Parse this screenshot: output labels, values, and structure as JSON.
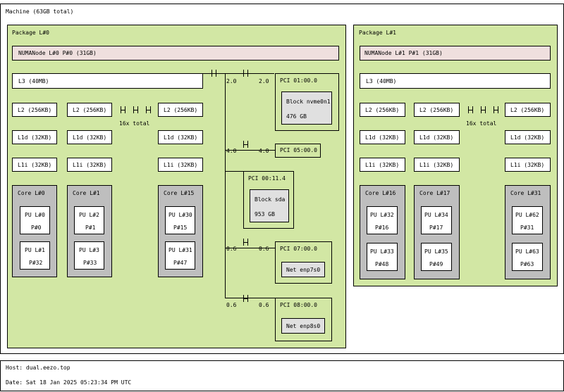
{
  "machine": {
    "label": "Machine (63GB total)"
  },
  "packages": [
    {
      "label": "Package L#0",
      "numa": "NUMANode L#0 P#0 (31GB)",
      "l3": "L3 (40MB)",
      "l2": [
        "L2 (256KB)",
        "L2 (256KB)",
        "L2 (256KB)"
      ],
      "l1d": [
        "L1d (32KB)",
        "L1d (32KB)",
        "L1d (32KB)"
      ],
      "l1i": [
        "L1i (32KB)",
        "L1i (32KB)",
        "L1i (32KB)"
      ],
      "total": "16x total",
      "cores": [
        {
          "label": "Core L#0",
          "pus": [
            {
              "name": "PU L#0",
              "p": "P#0"
            },
            {
              "name": "PU L#1",
              "p": "P#32"
            }
          ]
        },
        {
          "label": "Core L#1",
          "pus": [
            {
              "name": "PU L#2",
              "p": "P#1"
            },
            {
              "name": "PU L#3",
              "p": "P#33"
            }
          ]
        },
        {
          "label": "Core L#15",
          "pus": [
            {
              "name": "PU L#30",
              "p": "P#15"
            },
            {
              "name": "PU L#31",
              "p": "P#47"
            }
          ]
        }
      ]
    },
    {
      "label": "Package L#1",
      "numa": "NUMANode L#1 P#1 (31GB)",
      "l3": "L3 (40MB)",
      "l2": [
        "L2 (256KB)",
        "L2 (256KB)",
        "L2 (256KB)"
      ],
      "l1d": [
        "L1d (32KB)",
        "L1d (32KB)",
        "L1d (32KB)"
      ],
      "l1i": [
        "L1i (32KB)",
        "L1i (32KB)",
        "L1i (32KB)"
      ],
      "total": "16x total",
      "cores": [
        {
          "label": "Core L#16",
          "pus": [
            {
              "name": "PU L#32",
              "p": "P#16"
            },
            {
              "name": "PU L#33",
              "p": "P#48"
            }
          ]
        },
        {
          "label": "Core L#17",
          "pus": [
            {
              "name": "PU L#34",
              "p": "P#17"
            },
            {
              "name": "PU L#35",
              "p": "P#49"
            }
          ]
        },
        {
          "label": "Core L#31",
          "pus": [
            {
              "name": "PU L#62",
              "p": "P#31"
            },
            {
              "name": "PU L#63",
              "p": "P#63"
            }
          ]
        }
      ]
    }
  ],
  "pci": [
    {
      "label": "PCI 01:00.0",
      "speed_left": "2.0",
      "speed_right": "2.0",
      "dev_name": "Block nvme0n1",
      "dev_size": "476 GB"
    },
    {
      "label": "PCI 05:00.0",
      "speed_left": "4.0",
      "speed_right": "4.0"
    },
    {
      "label": "PCI 00:11.4",
      "dev_name": "Block sda",
      "dev_size": "953 GB"
    },
    {
      "label": "PCI 07:00.0",
      "speed_left": "0.6",
      "speed_right": "0.6",
      "dev_name": "Net enp7s0"
    },
    {
      "label": "PCI 08:00.0",
      "speed_left": "0.6",
      "speed_right": "0.6",
      "dev_name": "Net enp8s0"
    }
  ],
  "footer": {
    "host": "Host: dual.eezo.top",
    "date": "Date: Sat 18 Jan 2025 05:23:34 PM UTC"
  }
}
